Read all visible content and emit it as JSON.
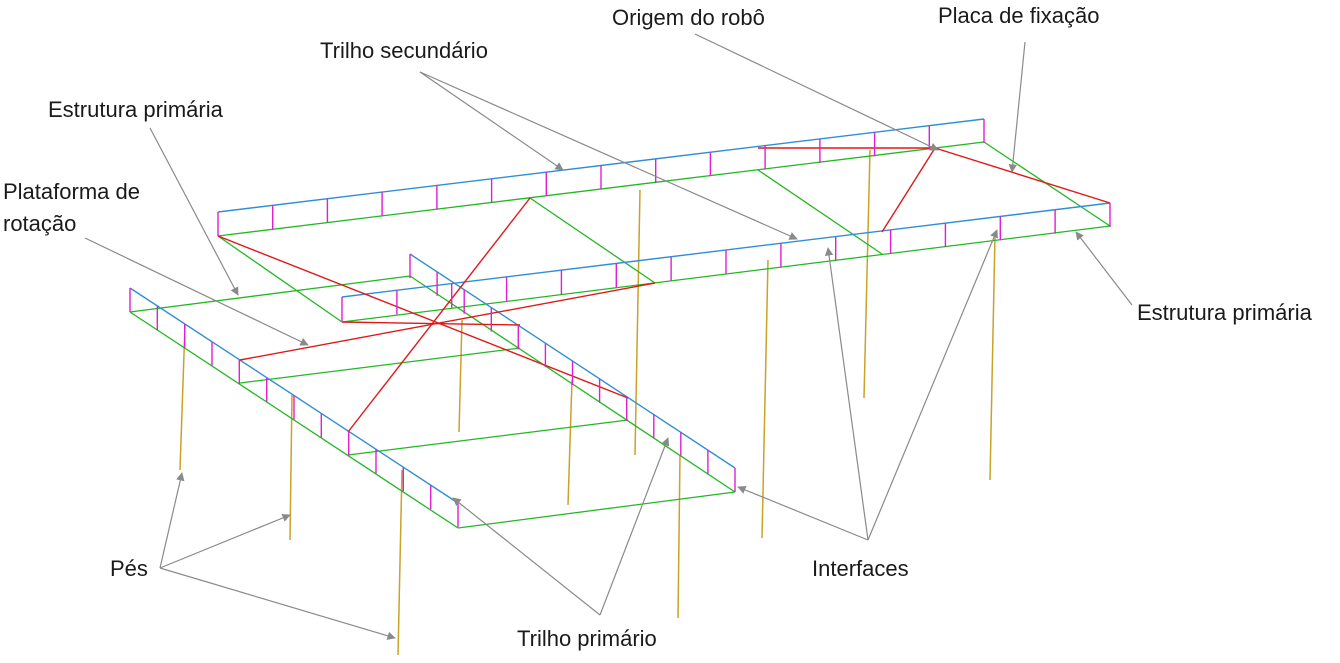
{
  "labels": {
    "trilho_secundario": "Trilho secundário",
    "origem_robo": "Origem do robô",
    "placa_fixacao": "Placa de fixação",
    "estrutura_primaria_left": "Estrutura primária",
    "plataforma_rotacao_l1": "Plataforma de",
    "plataforma_rotacao_l2": "rotação",
    "estrutura_primaria_right": "Estrutura primária",
    "pes": "Pés",
    "interfaces": "Interfaces",
    "trilho_primario": "Trilho primário"
  },
  "colors": {
    "rail": "#2f8fd6",
    "frame": "#22b822",
    "rotation_platform": "#e01818",
    "interface": "#e01fd0",
    "foot": "#c9a227",
    "leader": "#8a8a8a"
  }
}
